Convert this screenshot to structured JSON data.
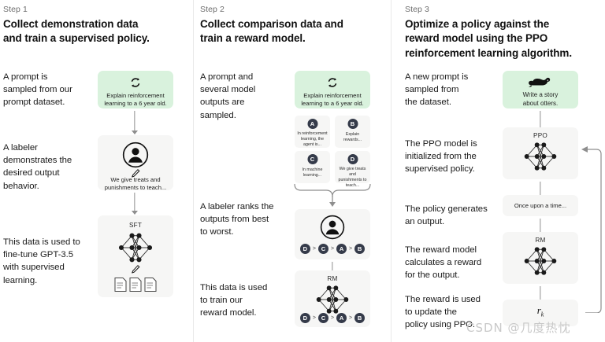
{
  "meta": {
    "watermark": "CSDN @几度热忱"
  },
  "columns": [
    {
      "step_label": "Step 1",
      "title": "Collect demonstration data\nand train a supervised policy.",
      "title_line1": "Collect demonstration data",
      "title_line2": "and train a supervised policy.",
      "descriptions": [
        "A prompt is\nsampled from our\nprompt dataset.",
        "A labeler\ndemonstrates the\ndesired output\nbehavior.",
        "This data is used to\nfine-tune GPT-3.5\nwith supervised\nlearning."
      ],
      "nodes": [
        {
          "icon": "recycle-icon",
          "text": "Explain reinforcement\nlearning to a 6 year old.",
          "style": "green"
        },
        {
          "icon": "labeler-person-icon",
          "text": "We give treats and\npunishments to teach...",
          "style": "grey"
        },
        {
          "caption": "SFT",
          "icon": "neural-network-icon",
          "extra_icon": "documents-icon",
          "style": "grey"
        }
      ]
    },
    {
      "step_label": "Step 2",
      "title_line1": "Collect comparison data and",
      "title_line2": "train a reward model.",
      "descriptions": [
        "A prompt and\nseveral model\noutputs are\nsampled.",
        "A labeler ranks the\noutputs from best\nto worst.",
        "This data is used\nto train our\nreward model."
      ],
      "prompt": {
        "icon": "recycle-icon",
        "text": "Explain reinforcement\nlearning to a 6 year old.",
        "style": "green"
      },
      "options": [
        {
          "letter": "A",
          "text": "In reinforcement\nlearning, the\nagent is..."
        },
        {
          "letter": "B",
          "text": "Explain rewards..."
        },
        {
          "letter": "C",
          "text": "In machine\nlearning..."
        },
        {
          "letter": "D",
          "text": "We give treats and\npunishments to\nteach..."
        }
      ],
      "labeler_box": {
        "icon": "labeler-person-icon",
        "ranking": [
          "D",
          "C",
          "A",
          "B"
        ]
      },
      "rm_box": {
        "caption": "RM",
        "icon": "neural-network-icon",
        "ranking": [
          "D",
          "C",
          "A",
          "B"
        ]
      }
    },
    {
      "step_label": "Step 3",
      "title_line1": "Optimize a policy against the",
      "title_line2": "reward model using the PPO",
      "title_line3": "reinforcement learning algorithm.",
      "descriptions": [
        "A new prompt is\nsampled from\nthe dataset.",
        "The PPO model is\ninitialized from the\nsupervised policy.",
        "The policy generates\nan output.",
        "The reward model\ncalculates a reward\nfor the output.",
        "The reward is used\nto update the\npolicy using PPO."
      ],
      "nodes": [
        {
          "icon": "otter-icon",
          "text": "Write a story\nabout otters.",
          "style": "green"
        },
        {
          "caption": "PPO",
          "icon": "neural-network-icon",
          "style": "grey"
        },
        {
          "text": "Once upon a time...",
          "style": "grey"
        },
        {
          "caption": "RM",
          "icon": "neural-network-icon",
          "style": "grey"
        },
        {
          "text": "rk",
          "reward_symbol": "r",
          "reward_subscript": "k",
          "style": "grey"
        }
      ]
    }
  ],
  "colors": {
    "green_box": "#d9f2dd",
    "grey_box": "#f6f6f5",
    "arrow": "#8e8e8e",
    "pill": "#353b4a",
    "divider": "#e9e9e9",
    "step_label": "#6e6e6e"
  }
}
